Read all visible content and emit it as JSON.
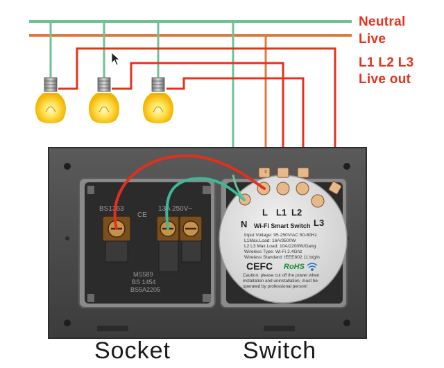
{
  "legend": {
    "neutral": "Neutral",
    "live": "Live",
    "circuits": "L1 L2 L3",
    "live_out": "Live out"
  },
  "captions": {
    "socket": "Socket",
    "switch": "Switch"
  },
  "socket_markings": {
    "standard": "BS1363",
    "ce": "CE",
    "rating": "13A 250V~",
    "certs": [
      "MS589",
      "BS 1454",
      "BS5A2205"
    ]
  },
  "switch_module": {
    "terminals": {
      "n": "N",
      "l": "L",
      "l1": "L1",
      "l2": "L2",
      "l3": "L3"
    },
    "title": "Wi-Fi Smart Switch",
    "specs": [
      "Input Voltage: 95-250V/AC 50-60Hz",
      "L1Max.Load: 16A/3500W",
      "L2 L3 Max Load: 10A/2200W/Gang",
      "Wireless Type: Wi-Fi 2.4Ghz",
      "Wireless Standard: IEEE802.11 b/g/n"
    ],
    "marks": {
      "cefc": "CEFC",
      "rohs": "RoHS"
    },
    "caution": [
      "Caution: please cut off the power when",
      "installation and uninstallation, must be",
      "operated by professional person!"
    ]
  },
  "colors": {
    "neutral_wire": "#6fc096",
    "live_wire": "#e07a3a",
    "live_out_wire": "#e4321b",
    "label_red": "#e4321b",
    "plate": "#4a4a4a",
    "plate_inner": "#8a8a8a"
  }
}
